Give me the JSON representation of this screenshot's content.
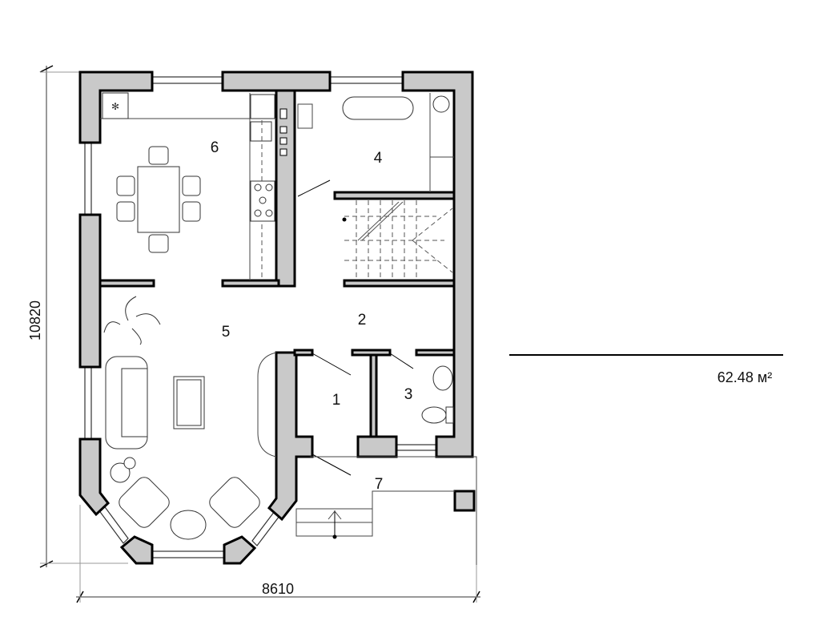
{
  "plan": {
    "rooms": [
      {
        "number": "1"
      },
      {
        "number": "2"
      },
      {
        "number": "3"
      },
      {
        "number": "4"
      },
      {
        "number": "5"
      },
      {
        "number": "6"
      },
      {
        "number": "7"
      }
    ],
    "dimensions": {
      "width": "8610",
      "height": "10820"
    },
    "area": "62.48 м²",
    "colors": {
      "wall_fill": "#c9c9c9",
      "line": "#000000"
    }
  }
}
